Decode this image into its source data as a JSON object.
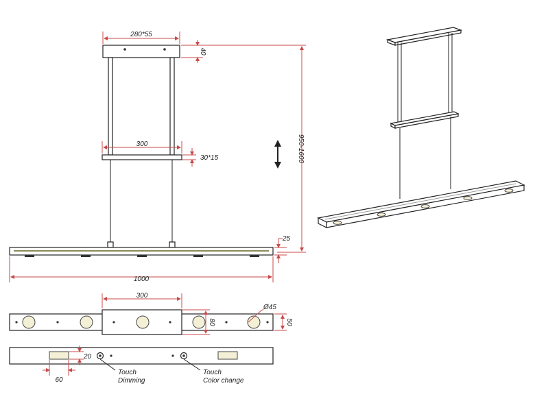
{
  "dimensions": {
    "canopy": "280*55",
    "canopy_height": "40",
    "slider_width": "300",
    "slider_section": "30*15",
    "height_range": "950-1600",
    "bar_thickness": "25",
    "bar_length": "1000",
    "top_view_slider": "300",
    "led_diameter": "Ø45",
    "slider_depth": "80",
    "bar_depth": "50",
    "window_depth": "20",
    "window_width": "60"
  },
  "labels": {
    "touch_dimming_1": "Touch",
    "touch_dimming_2": "Dimming",
    "touch_color_1": "Touch",
    "touch_color_2": "Color change"
  },
  "colors": {
    "dimension_line": "#c94a4a",
    "outline": "#222222"
  },
  "icons": {
    "adjust": "up-down-arrow-icon"
  }
}
